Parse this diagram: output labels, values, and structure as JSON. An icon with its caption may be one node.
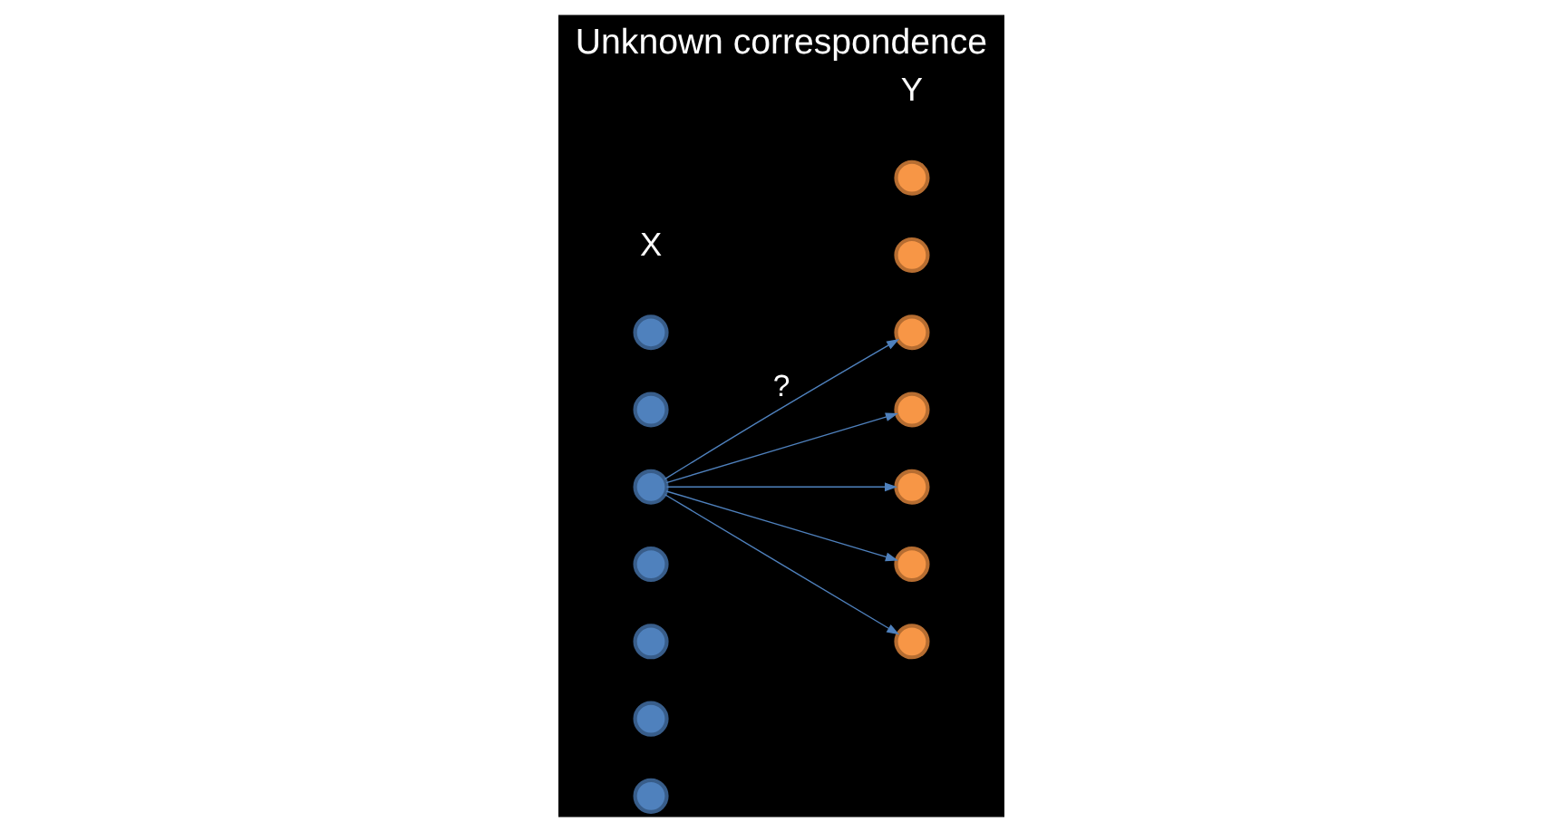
{
  "diagram": {
    "title": "Unknown correspondence",
    "nodes": [
      {
        "text": [],
        "shape": "circle"
      },
      {
        "text": [],
        "shape": "circle"
      },
      {
        "text": [],
        "shape": "circle"
      },
      {
        "text": [],
        "shape": "circle"
      },
      {
        "text": [],
        "shape": "circle"
      },
      {
        "text": [],
        "shape": "circle"
      },
      {
        "text": [],
        "shape": "circle"
      },
      {
        "text": [],
        "shape": "circle"
      },
      {
        "text": [],
        "shape": "circle"
      },
      {
        "text": [],
        "shape": "circle"
      },
      {
        "text": [],
        "shape": "circle"
      },
      {
        "text": [],
        "shape": "circle"
      },
      {
        "text": [],
        "shape": "circle"
      },
      {
        "text": [],
        "shape": "circle"
      }
    ],
    "edges": [
      {
        "from": 4,
        "to": 8,
        "arrow": "to",
        "label": "?"
      },
      {
        "from": 4,
        "to": 10,
        "arrow": "to"
      },
      {
        "from": 4,
        "to": 11,
        "arrow": "to"
      },
      {
        "from": 4,
        "to": 13,
        "arrow": "to"
      },
      {
        "from": 4,
        "to": 12,
        "arrow": "to"
      }
    ],
    "labels": [
      "X",
      "Y"
    ]
  }
}
